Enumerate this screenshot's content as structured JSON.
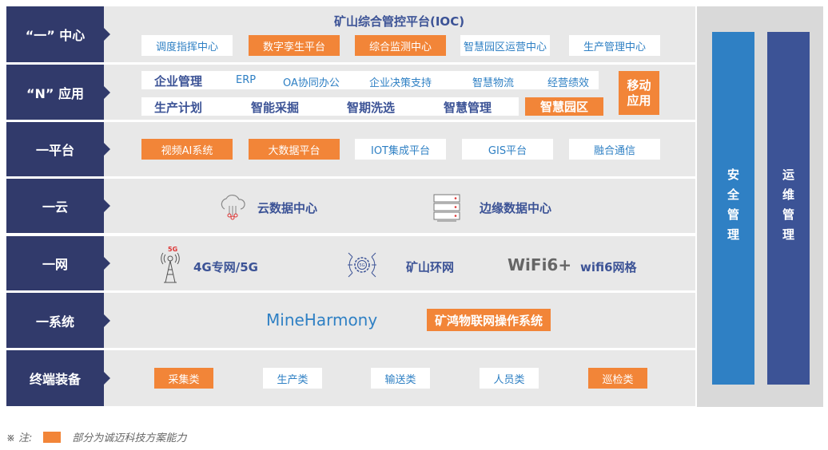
{
  "rows": {
    "center": {
      "label": "“一” 中心",
      "title": "矿山综合管控平台(IOC)",
      "items": [
        "调度指挥中心",
        "数字孪生平台",
        "综合监测中心",
        "智慧园区运营中心",
        "生产管理中心"
      ]
    },
    "apps": {
      "label": "“N” 应用",
      "line1": [
        "企业管理",
        "ERP",
        "OA协同办公",
        "企业决策支持",
        "智慧物流",
        "经营绩效"
      ],
      "line2": [
        "生产计划",
        "智能采掘",
        "智期洗选",
        "智慧管理",
        "智慧园区"
      ],
      "mobile": "移动应用"
    },
    "platform": {
      "label": "一平台",
      "items": [
        "视频AI系统",
        "大数据平台",
        "IOT集成平台",
        "GIS平台",
        "融合通信"
      ]
    },
    "cloud": {
      "label": "一云",
      "items": [
        "云数据中心",
        "边缘数据中心"
      ]
    },
    "network": {
      "label": "一网",
      "items": [
        "4G专网/5G",
        "矿山环网",
        "wifi6网格"
      ],
      "badge5g": "5G",
      "wifi_logo": "WiFi6+"
    },
    "system": {
      "label": "一系统",
      "logo": "MineHarmony",
      "os": "矿鸿物联网操作系统"
    },
    "terminal": {
      "label": "终端装备",
      "items": [
        "采集类",
        "生产类",
        "输送类",
        "人员类",
        "巡检类"
      ]
    }
  },
  "side": {
    "security": "安全管理",
    "ops": "运维管理"
  },
  "footnote": {
    "prefix": "※ 注:",
    "text": "部分为诚迈科技方案能力"
  },
  "colors": {
    "navy": "#313a6b",
    "orange": "#f28538",
    "blue": "#2f80c4",
    "indigo": "#3c5396"
  }
}
